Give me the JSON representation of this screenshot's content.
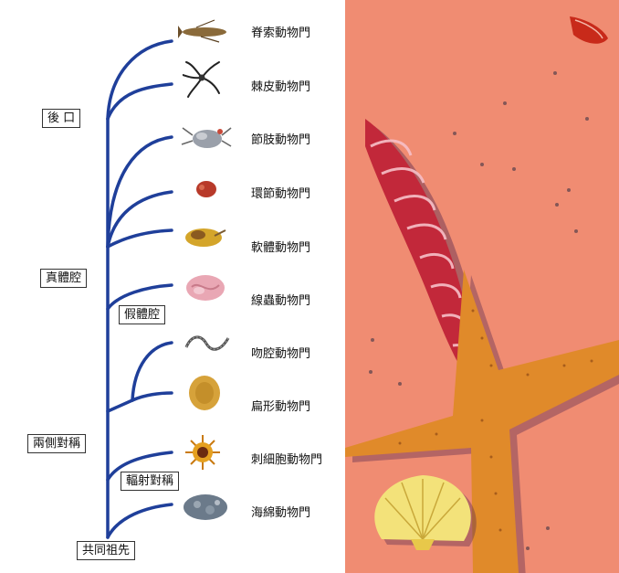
{
  "tree": {
    "nodes": {
      "deuterostome": "後  口",
      "coelomate": "真體腔",
      "pseudocoelomate": "假體腔",
      "bilateral": "兩側對稱",
      "radial": "輻射對稱",
      "common_ancestor": "共同祖先"
    },
    "phyla": [
      {
        "label": "脊索動物門",
        "icon": "fish-icon"
      },
      {
        "label": "棘皮動物門",
        "icon": "brittle-star-icon"
      },
      {
        "label": "節肢動物門",
        "icon": "crab-icon"
      },
      {
        "label": "環節動物門",
        "icon": "worm-icon"
      },
      {
        "label": "軟體動物門",
        "icon": "snail-icon"
      },
      {
        "label": "線蟲動物門",
        "icon": "nematode-icon"
      },
      {
        "label": "吻腔動物門",
        "icon": "ribbon-worm-icon"
      },
      {
        "label": "扁形動物門",
        "icon": "flatworm-icon"
      },
      {
        "label": "刺細胞動物門",
        "icon": "jellyfish-icon"
      },
      {
        "label": "海綿動物門",
        "icon": "sponge-icon"
      }
    ],
    "branch_color": "#1f3f9a"
  },
  "illustration": {
    "background_color": "#f08c72",
    "subjects": [
      "conch-shell-icon",
      "starfish-icon",
      "scallop-shell-icon"
    ]
  }
}
